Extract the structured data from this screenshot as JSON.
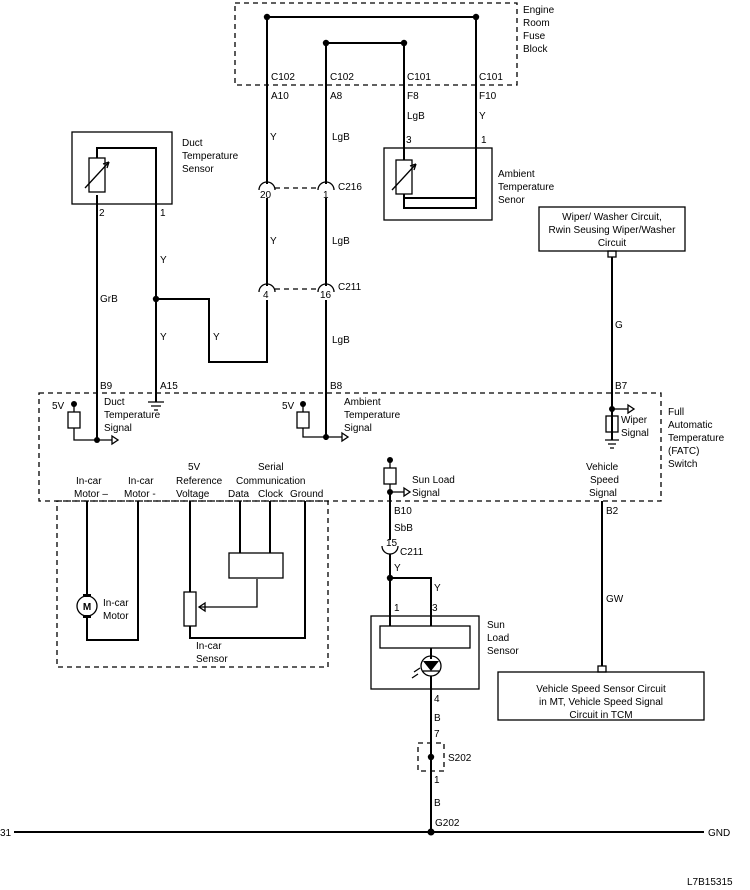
{
  "fuse_block": {
    "l1": "Engine",
    "l2": "Room",
    "l3": "Fuse",
    "l4": "Block"
  },
  "conn": {
    "c102": "C102",
    "c101": "C101",
    "a10": "A10",
    "a8": "A8",
    "f8": "F8",
    "f10": "F10"
  },
  "wire": {
    "y": "Y",
    "lgb": "LgB",
    "grb": "GrB",
    "g": "G",
    "gw": "GW",
    "sbb": "SbB",
    "b": "B"
  },
  "duct_sensor": {
    "l1": "Duct",
    "l2": "Temperature",
    "l3": "Sensor",
    "pin2": "2",
    "pin1": "1"
  },
  "ambient_sensor": {
    "l1": "Ambient",
    "l2": "Temperature",
    "l3": "Senor",
    "pin3": "3",
    "pin1": "1"
  },
  "c216": {
    "name": "C216",
    "pin20": "20",
    "pin1": "1"
  },
  "c211": {
    "name": "C211",
    "pin4": "4",
    "pin16": "16",
    "pin15": "15"
  },
  "wiper_box": {
    "l1": "Wiper/ Washer Circuit,",
    "l2": "Rwin Seusing Wiper/Washer",
    "l3": "Circuit"
  },
  "fatc": {
    "l1": "Full",
    "l2": "Automatic",
    "l3": "Temperature",
    "l4": "(FATC)",
    "l5": "Switch",
    "b9": "B9",
    "a15": "A15",
    "b8": "B8",
    "b7": "B7",
    "b10": "B10",
    "b2": "B2",
    "v5": "5V",
    "duct_sig1": "Duct",
    "duct_sig2": "Temperature",
    "duct_sig3": "Signal",
    "amb_sig1": "Ambient",
    "amb_sig2": "Temperature",
    "amb_sig3": "Signal",
    "wiper_sig1": "Wiper",
    "wiper_sig2": "Signal",
    "incar_m1a": "In-car",
    "incar_m1b": "Motor –",
    "incar_m2a": "In-car",
    "incar_m2b": "Motor -",
    "ref1": "5V",
    "ref2": "Reference",
    "ref3": "Voltage",
    "serial1": "Serial",
    "serial2": "Communication",
    "data": "Data",
    "clock": "Clock",
    "ground": "Ground",
    "sun_sig1": "Sun Load",
    "sun_sig2": "Signal",
    "vss1": "Vehicle",
    "vss2": "Speed",
    "vss3": "Signal",
    "motor_symbol": "M",
    "motor_l1": "In-car",
    "motor_l2": "Motor",
    "incar_sensor1": "In-car",
    "incar_sensor2": "Sensor"
  },
  "sun_sensor": {
    "l1": "Sun",
    "l2": "Load",
    "l3": "Sensor",
    "pin1": "1",
    "pin3": "3",
    "pin4": "4"
  },
  "s202": {
    "name": "S202",
    "pin7": "7",
    "pin1": "1"
  },
  "vss_box": {
    "l1": "Vehicle Speed Sensor Circuit",
    "l2": "in MT, Vehicle Speed Signal",
    "l3": "Circuit in TCM"
  },
  "ground": {
    "g202": "G202",
    "gnd": "GND",
    "left": "31"
  },
  "figure_id": "L7B15315",
  "icons": [
    "variable-resistor-icon",
    "motor-icon",
    "photodiode-icon",
    "ground-symbol-icon",
    "arrow-icon"
  ]
}
